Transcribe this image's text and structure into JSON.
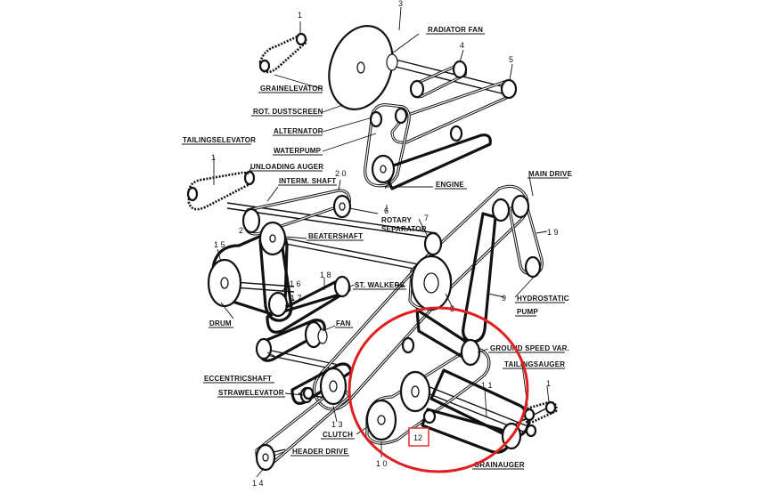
{
  "labels": {
    "grain_elevator": "GRAINELEVATOR",
    "rot_dustscreen": "ROT. DUSTSCREEN",
    "alternator": "ALTERNATOR",
    "waterpump": "WATERPUMP",
    "tailing_elevator": "TAILINGSELEVATOR",
    "unloading_auger": "UNLOADING AUGER",
    "interm_shaft": "INTERM. SHAFT",
    "radiator_fan": "RADIATOR FAN",
    "engine": "ENGINE",
    "main_drive": "MAIN DRIVE",
    "rotary_separator_1": "ROTARY",
    "rotary_separator_2": "SEPARATOR",
    "beatershaft": "BEATERSHAFT",
    "st_walkers": "ST. WALKERS",
    "hydrostatic_1": "HYDROSTATIC",
    "hydrostatic_2": "PUMP",
    "drum": "DRUM",
    "fan": "FAN",
    "ground_speed_var": "GROUND SPEED VAR.",
    "tailings_auger": "TAILINGSAUGER",
    "eccentric_shaft": "ECCENTRICSHAFT",
    "straw_elevator": "STRAWELEVATOR",
    "clutch": "CLUTCH",
    "header_drive": "HEADER DRIVE",
    "grain_auger": "GRAINAUGER"
  },
  "numbers": {
    "n1_top": "1",
    "n3": "3",
    "n4": "4",
    "n5": "5",
    "n1_left": "1",
    "n20": "2 0",
    "n2": "2",
    "n6": "6",
    "n7": "7",
    "n19": "1 9",
    "n15": "1 5",
    "n16": "1 6",
    "n17": "1 7",
    "n18": "1 8",
    "n9": "9",
    "n8": "8",
    "n11": "1 1",
    "n1_right": "1",
    "n13": "1 3",
    "n10": "1 0",
    "n14": "1 4",
    "n12": "12"
  },
  "colors": {
    "ink": "#111111",
    "highlight": "#e02020"
  }
}
